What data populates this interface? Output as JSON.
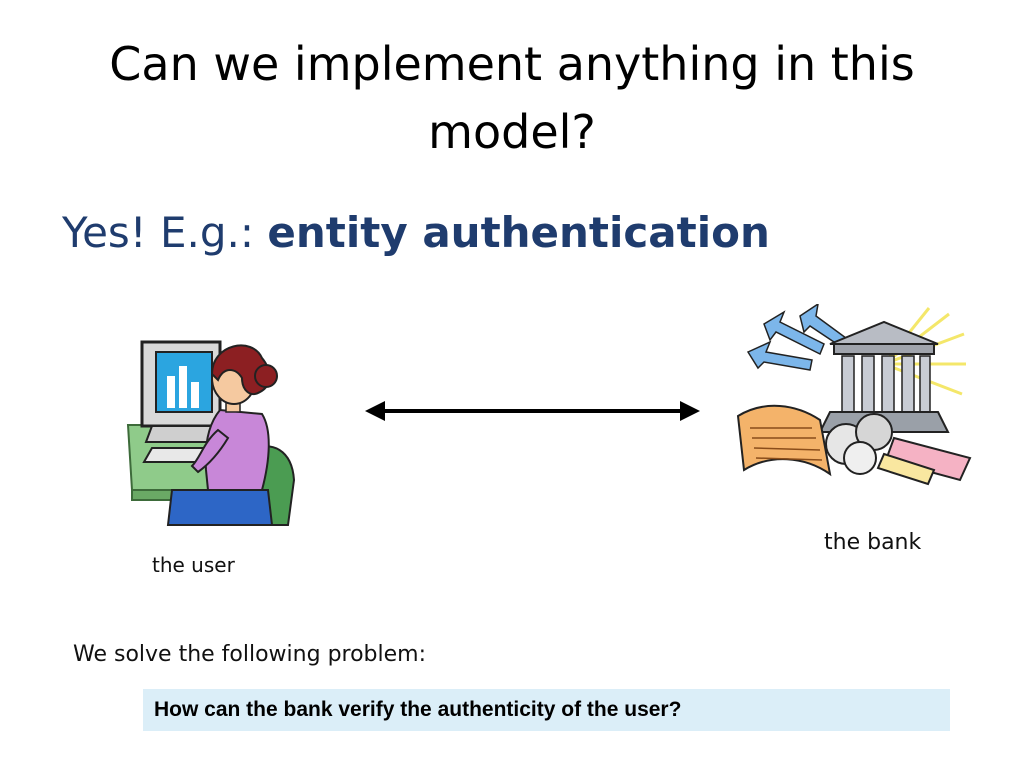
{
  "slide": {
    "title": "Can we implement anything in this model?",
    "subtitle_prefix": "Yes!  E.g.: ",
    "subtitle_emphasis": "entity authentication",
    "user_caption": "the user",
    "bank_caption": "the bank",
    "problem_intro": "We solve the following problem:",
    "problem_statement": "How can the bank verify the authenticity of the user?"
  },
  "icons": {
    "user": "user-at-computer-icon",
    "bank": "bank-building-icon",
    "arrow": "double-headed-arrow-icon"
  },
  "colors": {
    "subtitle": "#1f3c6e",
    "problem_box": "#dbeef8"
  }
}
